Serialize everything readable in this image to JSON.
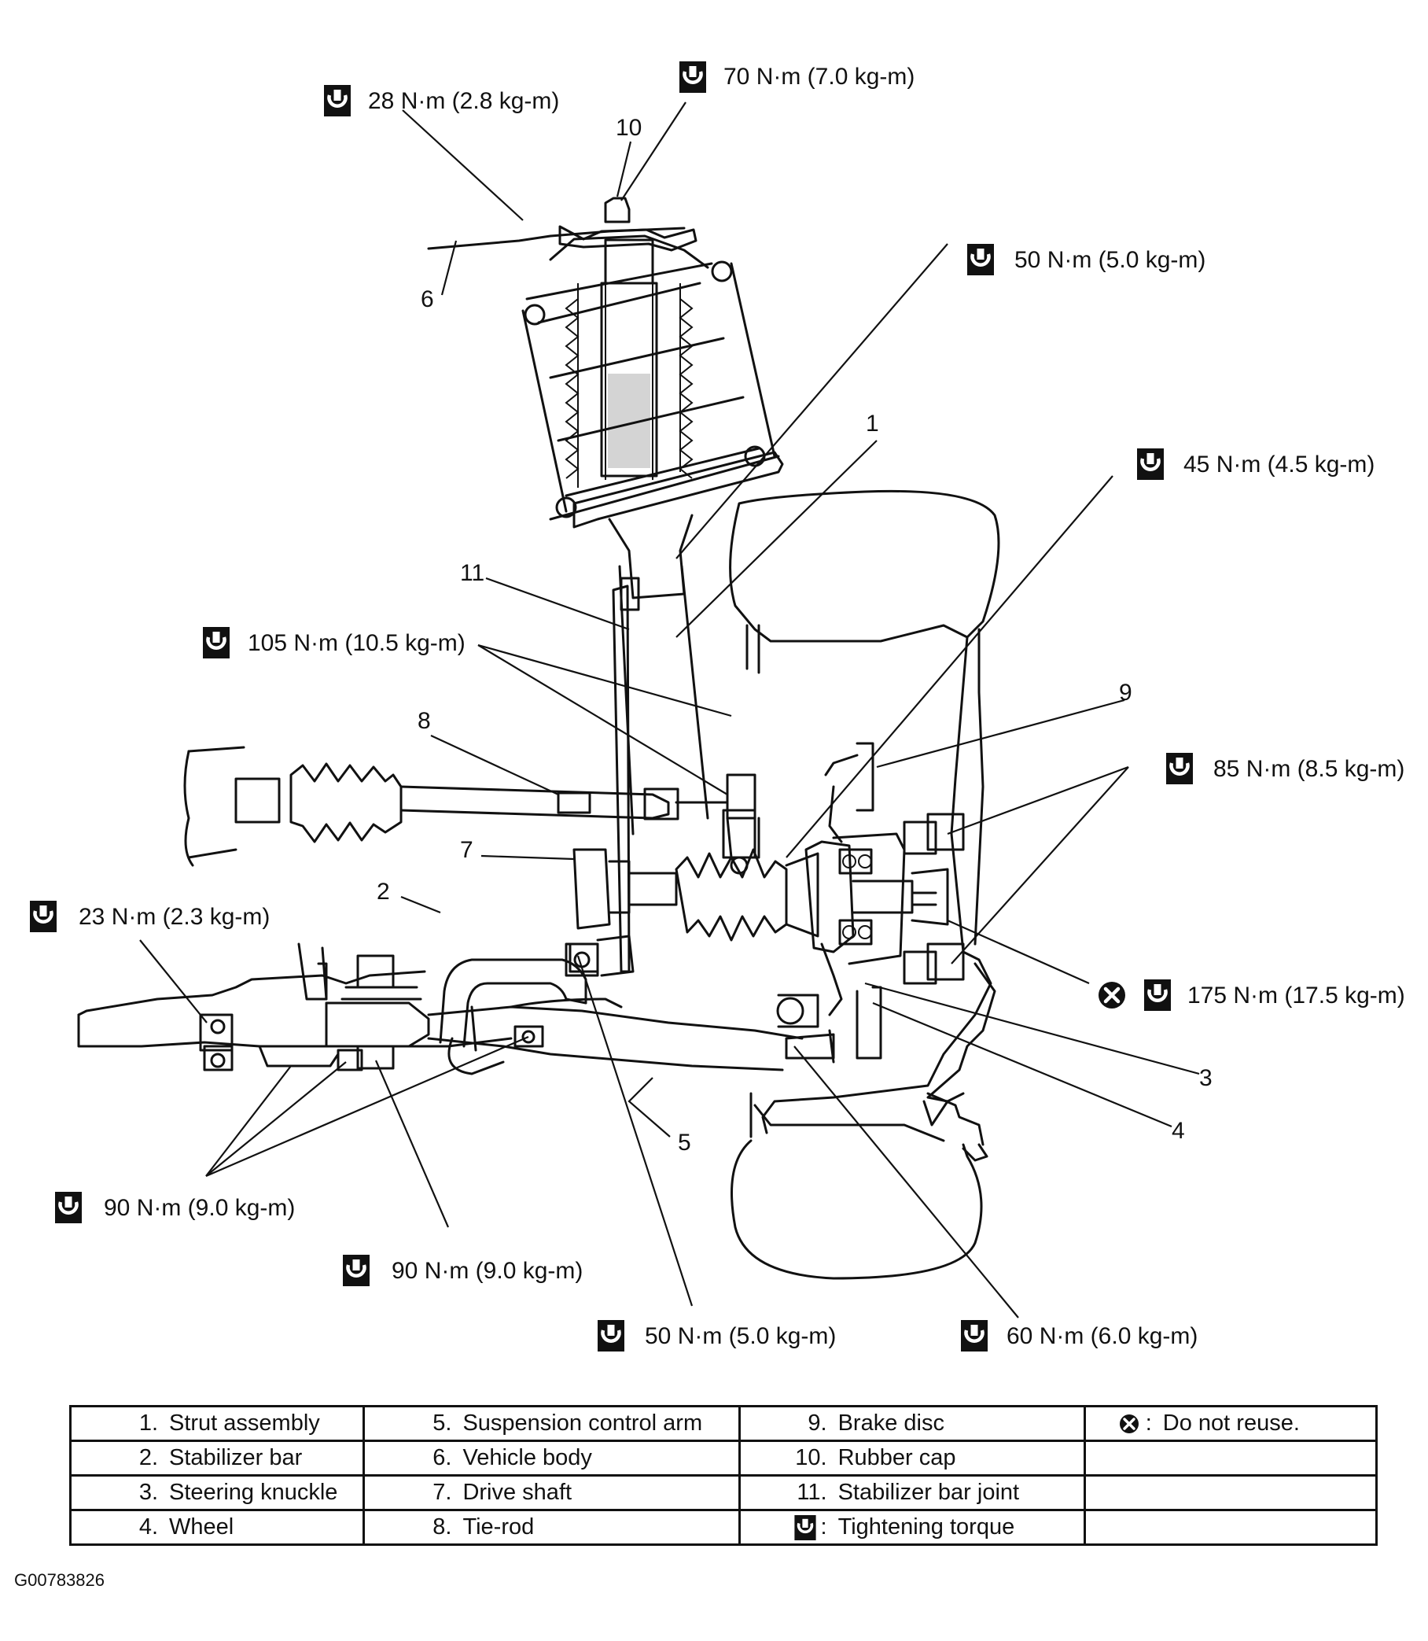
{
  "figure_id": "G00783826",
  "torque_callouts": [
    {
      "id": "t28",
      "text": "28 N·m (2.8 kg-m)"
    },
    {
      "id": "t70",
      "text": "70 N·m (7.0 kg-m)"
    },
    {
      "id": "t50a",
      "text": "50 N·m (5.0 kg-m)"
    },
    {
      "id": "t45",
      "text": "45 N·m (4.5 kg-m)"
    },
    {
      "id": "t105",
      "text": "105 N·m (10.5 kg-m)"
    },
    {
      "id": "t85",
      "text": "85 N·m (8.5 kg-m)"
    },
    {
      "id": "t23",
      "text": "23 N·m (2.3 kg-m)"
    },
    {
      "id": "t175",
      "text": "175 N·m (17.5 kg-m)"
    },
    {
      "id": "t90a",
      "text": "90 N·m  (9.0 kg-m)"
    },
    {
      "id": "t90b",
      "text": "90 N·m  (9.0 kg-m)"
    },
    {
      "id": "t50b",
      "text": "50 N·m (5.0 kg-m)"
    },
    {
      "id": "t60",
      "text": "60 N·m (6.0 kg-m)"
    }
  ],
  "part_numbers": [
    "1",
    "2",
    "3",
    "4",
    "5",
    "6",
    "7",
    "8",
    "9",
    "10",
    "11"
  ],
  "legend": {
    "rows": [
      [
        {
          "num": "1.",
          "label": "Strut assembly"
        },
        {
          "num": "5.",
          "label": "Suspension control arm"
        },
        {
          "num": "9.",
          "label": "Brake disc"
        },
        {
          "symbol": "do-not-reuse-icon",
          "sep": ":",
          "label": "Do not reuse."
        }
      ],
      [
        {
          "num": "2.",
          "label": "Stabilizer bar"
        },
        {
          "num": "6.",
          "label": "Vehicle body"
        },
        {
          "num": "10.",
          "label": "Rubber cap"
        },
        {
          "label": ""
        }
      ],
      [
        {
          "num": "3.",
          "label": "Steering knuckle"
        },
        {
          "num": "7.",
          "label": "Drive shaft"
        },
        {
          "num": "11.",
          "label": "Stabilizer bar joint"
        },
        {
          "label": ""
        }
      ],
      [
        {
          "num": "4.",
          "label": "Wheel"
        },
        {
          "num": "8.",
          "label": "Tie-rod"
        },
        {
          "symbol": "tightening-torque-icon",
          "sep": ":",
          "label": "Tightening torque"
        },
        {
          "label": ""
        }
      ]
    ]
  }
}
